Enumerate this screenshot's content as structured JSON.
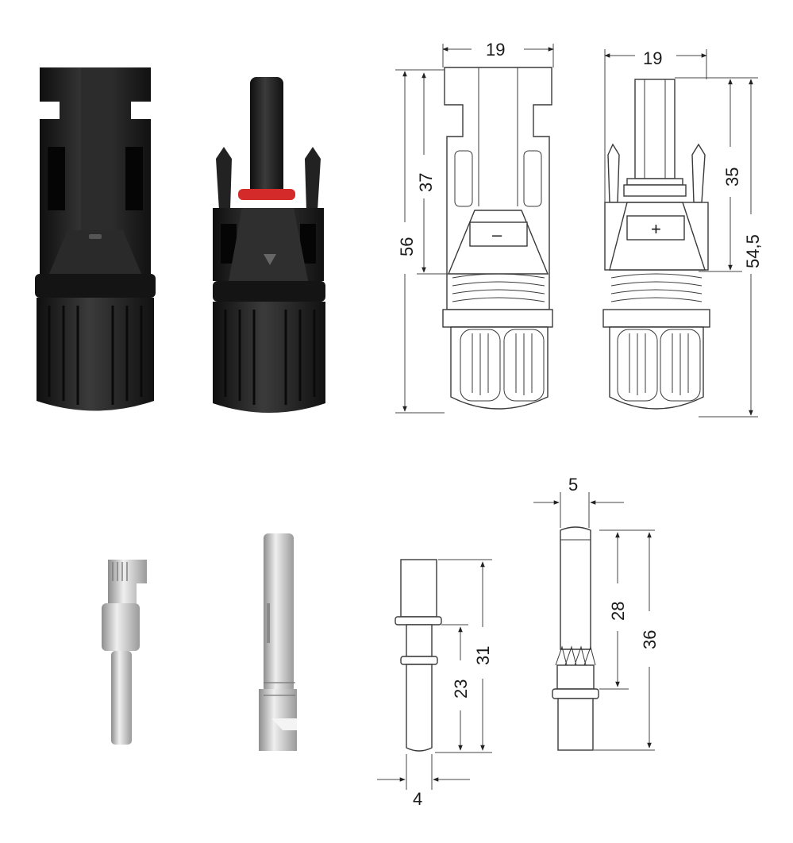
{
  "palette": {
    "background": "#ffffff",
    "connector_body": "#1c1c1c",
    "connector_highlight": "#3a3a3a",
    "seal_ring": "#d42a2a",
    "metal_contact": "#c9c9c9",
    "drawing_line": "#3a3a3a"
  },
  "female_connector": {
    "marking": "–",
    "dimensions": {
      "width": "19",
      "inner_height": "37",
      "total_height": "56"
    }
  },
  "male_connector": {
    "marking": "+",
    "dimensions": {
      "width": "19",
      "inner_height": "35",
      "total_height": "54,5"
    }
  },
  "female_contact": {
    "dimensions": {
      "diameter": "4",
      "inner_length": "23",
      "total_length": "31"
    }
  },
  "male_contact": {
    "dimensions": {
      "diameter": "5",
      "inner_length": "28",
      "total_length": "36"
    }
  }
}
